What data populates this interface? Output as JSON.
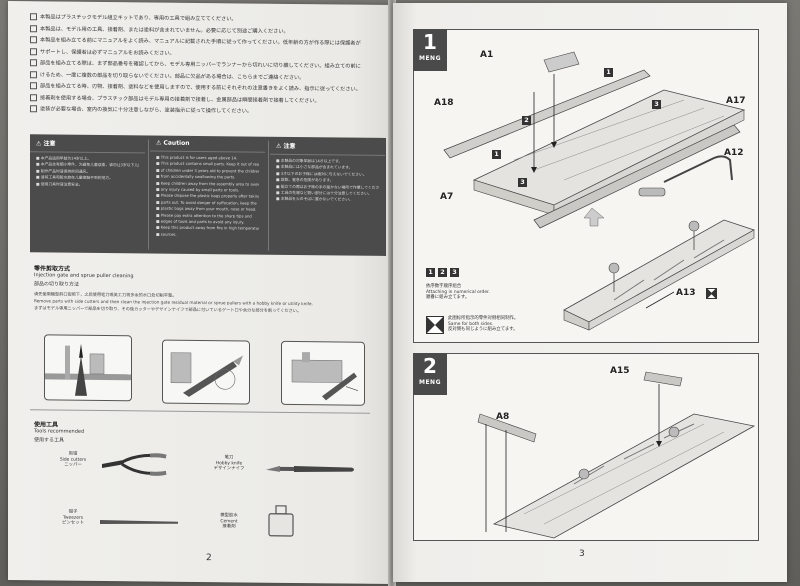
{
  "left_page": {
    "intro_lines": [
      "本製品はプラスチックモデル組立キットであり、専用の工具で組み立ててください。",
      "本製品は、モデル用の工具、接着剤、または塗料が含まれていません。必要に応じて別途ご購入ください。",
      "本製品を組み立てる前にマニュアルをよく読み、マニュアルに記載された手順に従って作ってください。低年齢の方が作る際には保護者が",
      "サポートし、保護者は必ずマニュアルをお読みください。",
      "部品を組み立てる際は、まず部品番号を確認してから、モデル専用ニッパーでランナーから切れいに切り離してください。組み立ての前に",
      "けるため、一度に複数の部品を切り取らないでください。部品に欠品がある場合は、こちらまでご連絡ください。",
      "部品を組み立てる時、刃物、接着剤、塗料などを使用しますので、使用する前にそれぞれの注意書きをよく読み、指示に従ってください。",
      "接着剤を使用する場合、プラスチック部品はモデル専用の接着剤で接着し、金属部品は瞬間接着剤で接着してください。",
      "塗装が必要な場合、室内の換気に十分注意しながら、塗装指示に従って操作してください。"
    ],
    "caution": {
      "col1_title": "注意",
      "col1_lines": [
        "本产品适用年龄为14岁以上。",
        "本产品含有细小零件，为避免儿童误食，请勿让3岁以下儿童接触。",
        "制作产品时请保持房间通风。",
        "请将工具和胶水放在儿童接触不到的地方。",
        "使用刀具时请注意安全。"
      ],
      "col2_title": "Caution",
      "col2_lines": [
        "This product is for users aged above 14.",
        "This product contains small parts. Keep it out of reach",
        "of children under 3 years old to prevent the children",
        "from accidentally swallowing the parts.",
        "Keep children away from the assembly area to avoid",
        "any injury caused by small parts or tools.",
        "Please dispose the plastic bags properly after taking",
        "parts out. To avoid danger of suffocation, keep the",
        "plastic bags away from your mouth, nose or head.",
        "Please pay extra attention to the sharp tips and",
        "edges of tools and parts to avoid any injury.",
        "Keep this product away from fire in high temperature",
        "sources."
      ],
      "col3_title": "注意",
      "col3_lines": [
        "本製品の対象年齢は14才以上です。",
        "本製品には小さな部品が含まれています。",
        "3才以下のお子様には絶対に与えないでください。",
        "誤飲、窒息の危険があります。",
        "組立ての際はお子様の手の届かない場所で作業してください。",
        "工具の先端など鋭い部分には十分注意してください。",
        "本製品を火のそばに置かないでください。"
      ]
    },
    "gate": {
      "title": "零件剪取方式",
      "subtitle": "Injection gate and sprue puller cleaning",
      "jp": "部品の切り取り方法",
      "lines": [
        "请先使用模型斜口钳剪下，之后使用笔刀或美工刀将多余的水口处切削平整。",
        "Remove parts with side cutters and then clean the injection gate residual material or sprue pullers with a hobby knife or utility knife.",
        "まずはモデル専用ニッパーで部品を切り取り、その後カッターやデザインナイフで部品に付いているゲート口や余分な部分を削ってください。"
      ]
    },
    "tools": {
      "title": "使用工具",
      "subtitle": "Tools recommended",
      "jp": "使用する工具",
      "side_cutters": [
        "剪钳",
        "Side cutters",
        "ニッパー"
      ],
      "hobby_knife": [
        "笔刀",
        "Hobby knife",
        "デザインナイフ"
      ],
      "tweezers": [
        "镊子",
        "Tweezers",
        "ピンセット"
      ],
      "cement": [
        "模型胶水",
        "Cement",
        "接着剤"
      ]
    },
    "page_number": "2"
  },
  "right_page": {
    "brand": "MENG",
    "step1": {
      "number": "1",
      "labels": [
        "A1",
        "A18",
        "A7",
        "A17",
        "A12",
        "A13"
      ],
      "order_numbers": [
        "1",
        "2",
        "3"
      ],
      "legend_order": [
        "依序数字顺序组合",
        "Attaching in numerical order.",
        "順番に組み立てます。"
      ],
      "legend_sides": [
        "此图标所指示的零件对侧相同制作。",
        "Same for both sides.",
        "反対側も同じように組み立てます。"
      ]
    },
    "step2": {
      "number": "2",
      "labels": [
        "A15",
        "A8"
      ]
    },
    "page_number": "3"
  }
}
